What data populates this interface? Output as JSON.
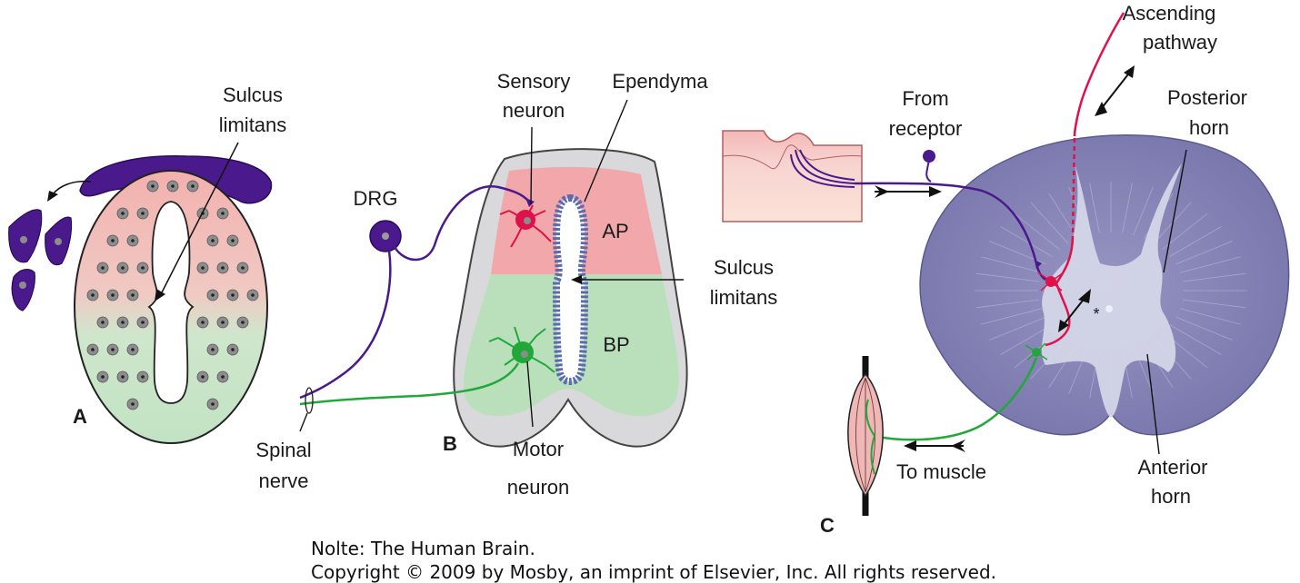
{
  "panel_a": {
    "letter": "A",
    "sulcus_line1": "Sulcus",
    "sulcus_line2": "limitans"
  },
  "panel_b": {
    "letter": "B",
    "drg": "DRG",
    "sensory_line1": "Sensory",
    "sensory_line2": "neuron",
    "ependyma": "Ependyma",
    "ap": "AP",
    "bp": "BP",
    "sulcus_line1": "Sulcus",
    "sulcus_line2": "limitans",
    "motor_line1": "Motor",
    "motor_line2": "neuron",
    "spinal_line1": "Spinal",
    "spinal_line2": "nerve"
  },
  "panel_c": {
    "letter": "C",
    "from_line1": "From",
    "from_line2": "receptor",
    "ascending_line1": "Ascending",
    "ascending_line2": "pathway",
    "posterior_line1": "Posterior",
    "posterior_line2": "horn",
    "anterior_line1": "Anterior",
    "anterior_line2": "horn",
    "to_muscle": "To muscle",
    "asterisk": "*"
  },
  "credit": {
    "line1": "Nolte: The Human Brain.",
    "line2": "Copyright © 2009 by Mosby, an imprint of Elsevier, Inc. All rights reserved."
  },
  "colors": {
    "sensory": "#4a1a8c",
    "motor": "#22a83a",
    "ascending": "#e0104a",
    "alar_plate": "#f2a7ab",
    "basal_plate": "#b9e0bb",
    "cord_stain": "#8a88b8",
    "gray_matter": "#d7d9ea"
  }
}
